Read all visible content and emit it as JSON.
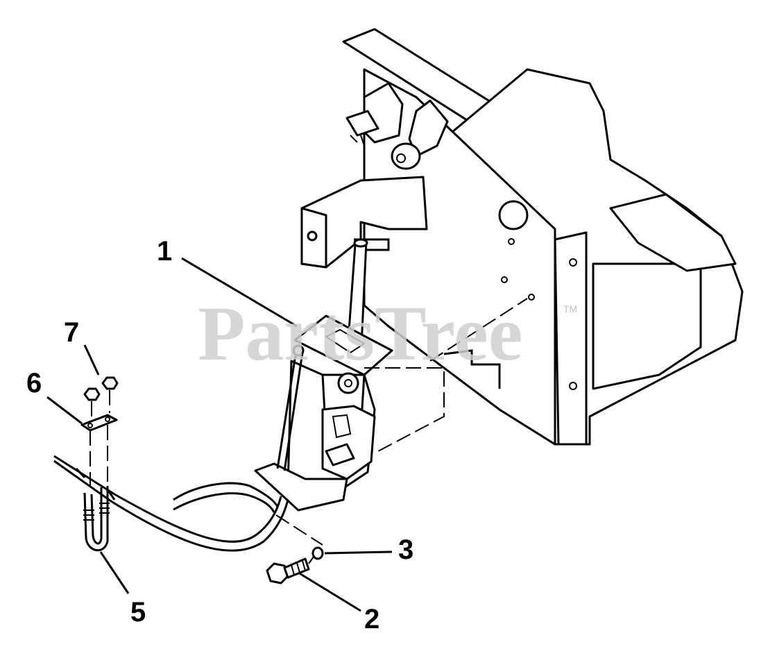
{
  "watermark": {
    "text": "PartsTree",
    "trademark": "TM"
  },
  "callouts": [
    {
      "id": "1",
      "label": "1"
    },
    {
      "id": "2",
      "label": "2"
    },
    {
      "id": "3",
      "label": "3"
    },
    {
      "id": "5",
      "label": "5"
    },
    {
      "id": "6",
      "label": "6"
    },
    {
      "id": "7",
      "label": "7"
    }
  ],
  "colors": {
    "ink": "#000000",
    "background": "#ffffff",
    "watermark": "#cfcfcf"
  }
}
